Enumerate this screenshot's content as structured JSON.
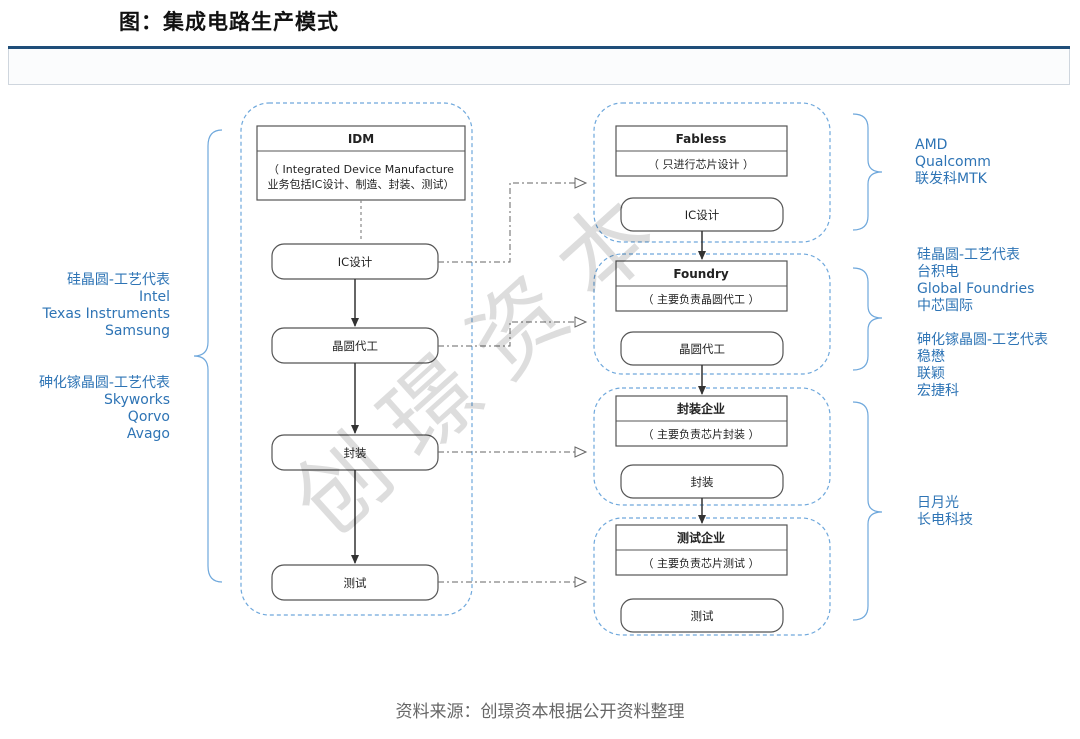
{
  "header": {
    "title": "图：集成电路生产模式"
  },
  "idm": {
    "title": "IDM",
    "desc_line1": "（ Integrated Device Manufacture",
    "desc_line2": "业务包括IC设计、制造、封装、测试）",
    "steps": [
      "IC设计",
      "晶圆代工",
      "封装",
      "测试"
    ]
  },
  "fabless": {
    "title": "Fabless",
    "desc": "（ 只进行芯片设计 ）",
    "step": "IC设计"
  },
  "foundry": {
    "title": "Foundry",
    "desc": "（ 主要负责晶圆代工 ）",
    "step": "晶圆代工"
  },
  "packaging": {
    "title": "封装企业",
    "desc": "（ 主要负责芯片封装 ）",
    "step": "封装"
  },
  "testing": {
    "title": "测试企业",
    "desc": "（ 主要负责芯片测试 ）",
    "step": "测试"
  },
  "left_labels": {
    "group1": [
      "硅晶圆-工艺代表",
      "Intel",
      "Texas Instruments",
      "Samsung"
    ],
    "group2": [
      "砷化镓晶圆-工艺代表",
      "Skyworks",
      "Qorvo",
      "Avago"
    ]
  },
  "right_labels": {
    "fabless": [
      "AMD",
      "Qualcomm",
      "联发科MTK"
    ],
    "foundry_si": [
      "硅晶圆-工艺代表",
      "台积电",
      "Global Foundries",
      "中芯国际"
    ],
    "foundry_gaas": [
      "砷化镓晶圆-工艺代表",
      "稳懋",
      "联颖",
      "宏捷科"
    ],
    "pkg_test": [
      "日月光",
      "长电科技"
    ]
  },
  "watermark": "创璟资本",
  "source": "资料来源：创璟资本根据公开资料整理",
  "colors": {
    "dashed_border": "#6fa8dc",
    "brace": "#6fa8dc",
    "label": "#2e74b5",
    "title_rule": "#1f4e79"
  }
}
